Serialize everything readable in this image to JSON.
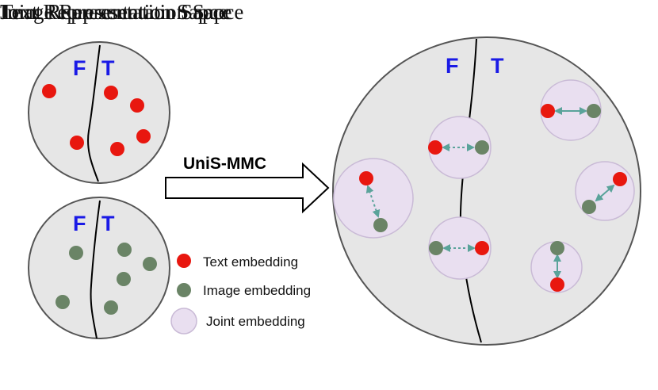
{
  "titles": {
    "text_space": "Text Representation Sapce",
    "image_space": "Image Representation Sapce",
    "joint_space": "Joint Representation Sapce"
  },
  "side_labels": {
    "false": "F",
    "true": "T"
  },
  "arrow_label": "UniS-MMC",
  "legend": {
    "text_embedding": "Text embedding",
    "image_embedding": "Image embedding",
    "joint_embedding": "Joint embedding"
  },
  "colors": {
    "text_dot": "#e8170f",
    "image_dot": "#6a8466",
    "joint_fill": "#e9dff0",
    "joint_stroke": "#c9bad6",
    "label_blue": "#1a1ae6",
    "link": "#5aa39a"
  }
}
